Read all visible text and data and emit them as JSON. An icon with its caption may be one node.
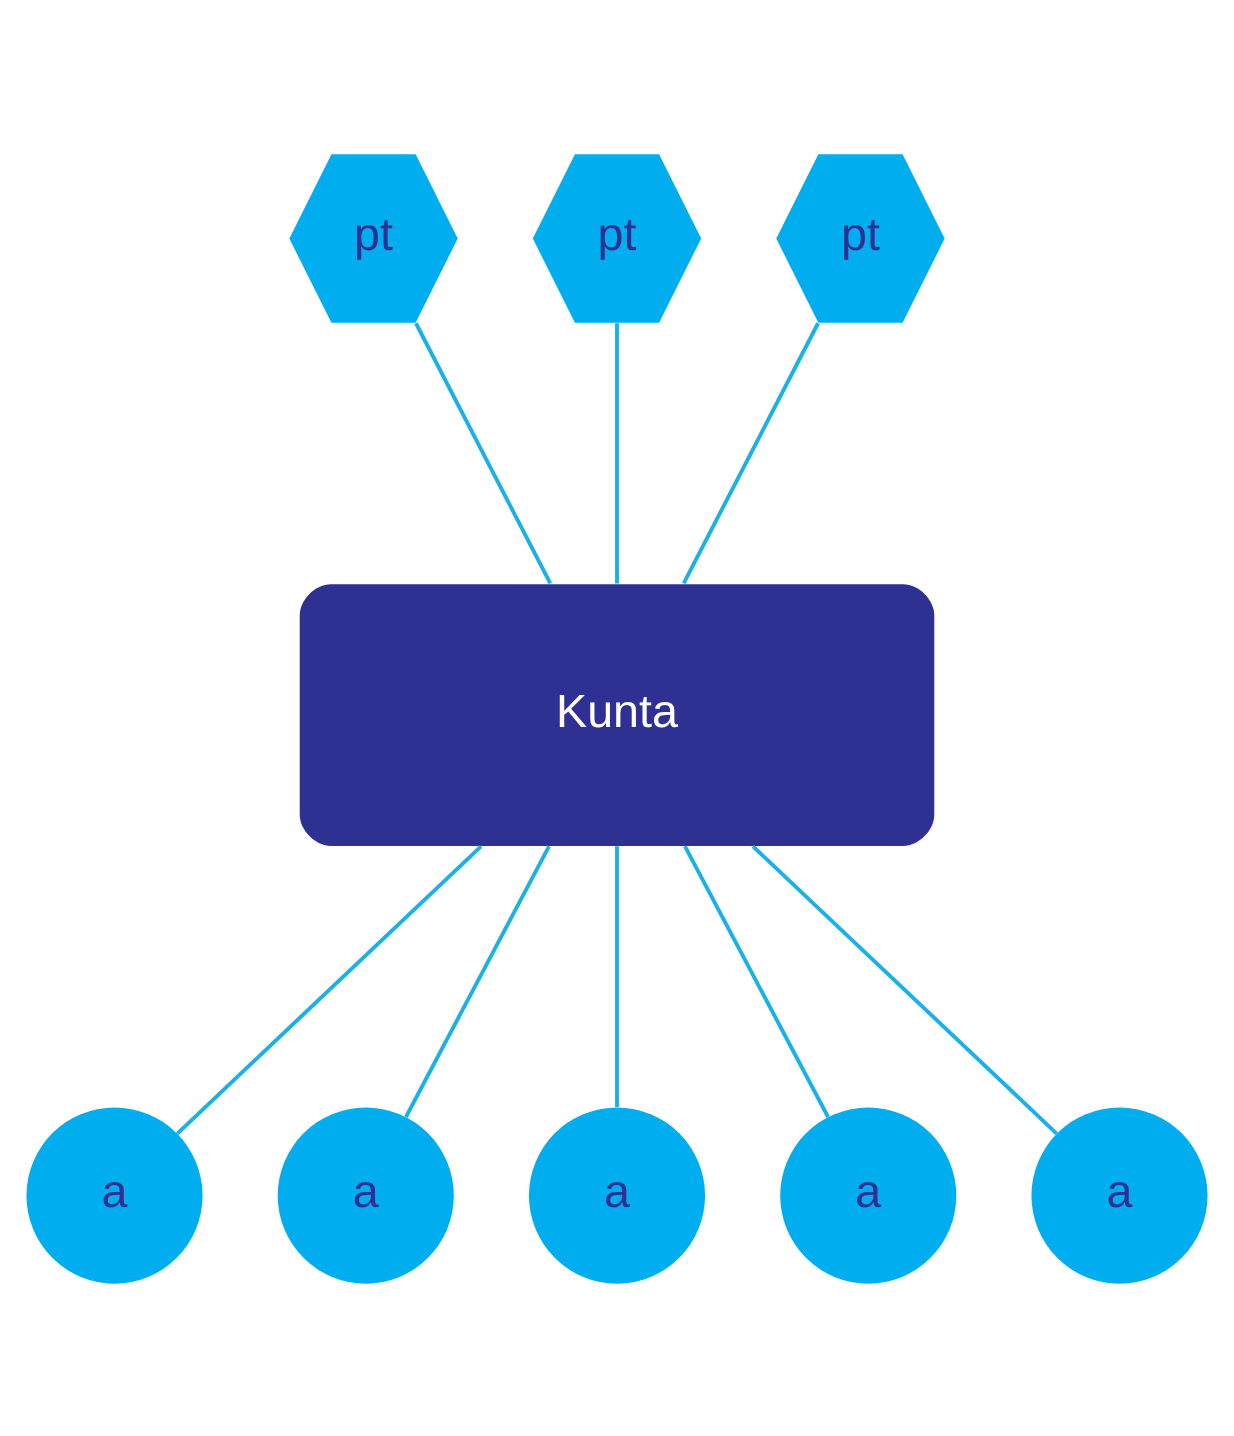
{
  "diagram": {
    "nodes": [
      {
        "text": [
          "pt"
        ]
      },
      {
        "text": [
          "pt"
        ]
      },
      {
        "text": [
          "pt"
        ]
      },
      {
        "text": [
          "Kunta"
        ]
      },
      {
        "text": [
          "a"
        ]
      },
      {
        "text": [
          "a"
        ]
      },
      {
        "text": [
          "a"
        ]
      },
      {
        "text": [
          "a"
        ]
      },
      {
        "text": [
          "a"
        ]
      }
    ],
    "edges": [
      {
        "from": 0,
        "to": 3,
        "arrow": "none"
      },
      {
        "from": 1,
        "to": 3,
        "arrow": "none"
      },
      {
        "from": 2,
        "to": 3,
        "arrow": "none"
      },
      {
        "from": 3,
        "to": 4,
        "arrow": "none"
      },
      {
        "from": 3,
        "to": 5,
        "arrow": "none"
      },
      {
        "from": 3,
        "to": 6,
        "arrow": "none"
      },
      {
        "from": 3,
        "to": 7,
        "arrow": "none"
      },
      {
        "from": 3,
        "to": 8,
        "arrow": "none"
      }
    ]
  }
}
